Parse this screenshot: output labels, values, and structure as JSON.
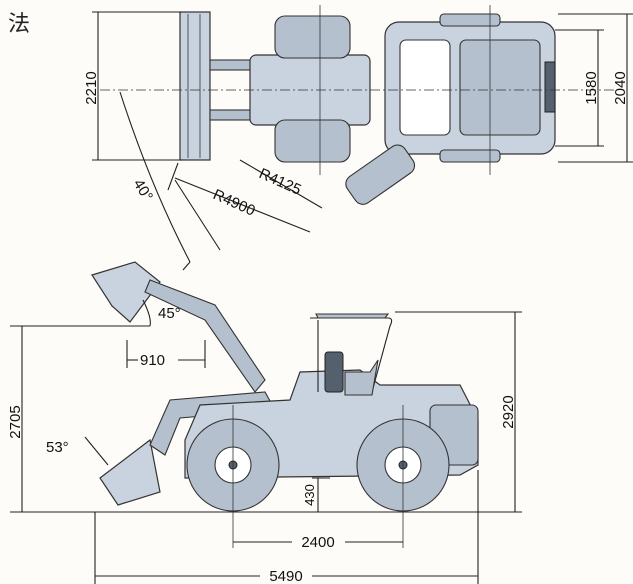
{
  "heading": "法",
  "dimensions": {
    "top_bucket_width": "2210",
    "top_tread": "1580",
    "top_overall_width": "2040",
    "turn_radius_inner": "R4125",
    "turn_radius_outer": "R4900",
    "articulation_angle": "40°",
    "dump_angle": "45°",
    "dump_reach": "910",
    "hinge_height": "2705",
    "overall_height": "2920",
    "rollback_angle": "53°",
    "ground_clearance": "430",
    "wheelbase": "2400",
    "overall_length": "5490"
  },
  "colors": {
    "body_fill": "#c9d3df",
    "line": "#222222",
    "background": "#fdfcf8"
  }
}
